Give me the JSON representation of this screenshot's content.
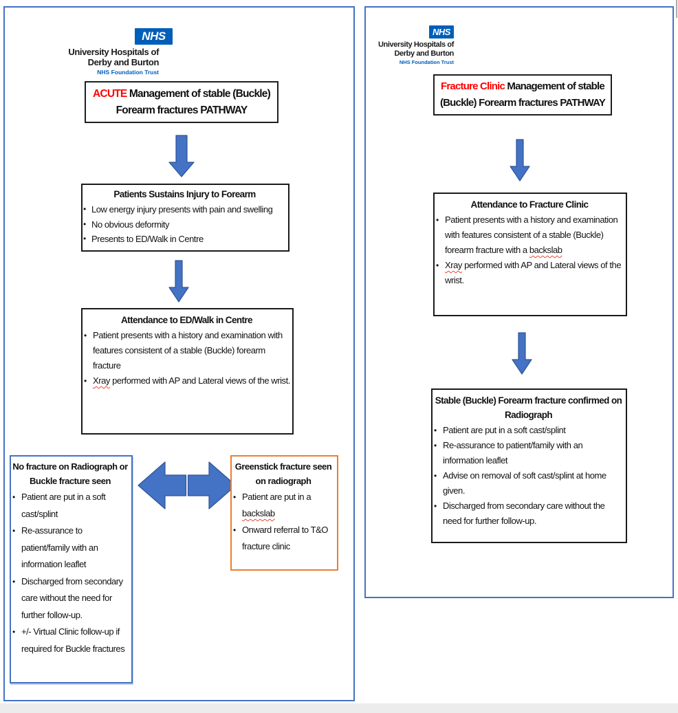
{
  "colors": {
    "accent": "#4472C4",
    "arrow-stroke": "#2F5597",
    "orange": "#ED7D31",
    "nhs-blue": "#005EB8",
    "red": "#FF0000"
  },
  "left": {
    "logo": {
      "nhs": "NHS",
      "org_line1": "University Hospitals of",
      "org_line2": "Derby and Burton",
      "trust": "NHS Foundation Trust"
    },
    "title_segments": [
      {
        "t": "ACUTE",
        "c": "red"
      },
      {
        "t": " Management of stable (Buckle)\nForearm fractures PATHWAY"
      }
    ],
    "box1": {
      "title": "Patients Sustains Injury to Forearm",
      "bullets": [
        [
          {
            "t": "Low energy injury presents with pain and swelling"
          }
        ],
        [
          {
            "t": "No obvious deformity"
          }
        ],
        [
          {
            "t": "Presents to ED/Walk in Centre"
          }
        ]
      ]
    },
    "box2": {
      "title": "Attendance to ED/Walk in Centre",
      "bullets": [
        [
          {
            "t": "Patient presents with a history and examination with features consistent of a stable (Buckle) forearm fracture"
          }
        ],
        [
          {
            "t": "Xray",
            "c": "sq"
          },
          {
            "t": " performed with AP and Lateral views of the wrist."
          }
        ]
      ]
    },
    "outcome_no_fracture": {
      "title": "No fracture on Radiograph or\nBuckle fracture seen",
      "bullets": [
        [
          {
            "t": "Patient are put in a soft cast/splint"
          }
        ],
        [
          {
            "t": "Re-assurance to patient/family with an information leaflet"
          }
        ],
        [
          {
            "t": "Discharged from secondary care without the need for further follow-up."
          }
        ],
        [
          {
            "t": "+/- Virtual Clinic follow-up if required for Buckle fractures"
          }
        ]
      ]
    },
    "outcome_greenstick": {
      "title": "Greenstick fracture seen\non radiograph",
      "bullets": [
        [
          {
            "t": "Patient are put in a "
          },
          {
            "t": "backslab",
            "c": "sq"
          }
        ],
        [
          {
            "t": "Onward referral to T&O fracture clinic"
          }
        ]
      ]
    }
  },
  "right": {
    "logo": {
      "nhs": "NHS",
      "org_line1": "University Hospitals of",
      "org_line2": "Derby and Burton",
      "trust": "NHS Foundation Trust"
    },
    "title_segments": [
      {
        "t": "Fracture Clinic",
        "c": "red"
      },
      {
        "t": " Management of stable\n(Buckle) Forearm fractures PATHWAY"
      }
    ],
    "box1": {
      "title": "Attendance to Fracture Clinic",
      "bullets": [
        [
          {
            "t": "Patient presents with a history and examination with features consistent of a stable (Buckle) forearm fracture with a "
          },
          {
            "t": "backslab",
            "c": "sq"
          }
        ],
        [
          {
            "t": "Xray",
            "c": "sq"
          },
          {
            "t": " performed with AP and Lateral views of the wrist."
          }
        ]
      ]
    },
    "box2": {
      "title": "Stable (Buckle) Forearm fracture confirmed on\nRadiograph",
      "bullets": [
        [
          {
            "t": "Patient are put in a soft cast/splint"
          }
        ],
        [
          {
            "t": "Re-assurance to patient/family with an information leaflet"
          }
        ],
        [
          {
            "t": "Advise on removal of soft cast/splint at home given."
          }
        ],
        [
          {
            "t": "Discharged from secondary care without the need for further follow-up."
          }
        ]
      ]
    }
  }
}
